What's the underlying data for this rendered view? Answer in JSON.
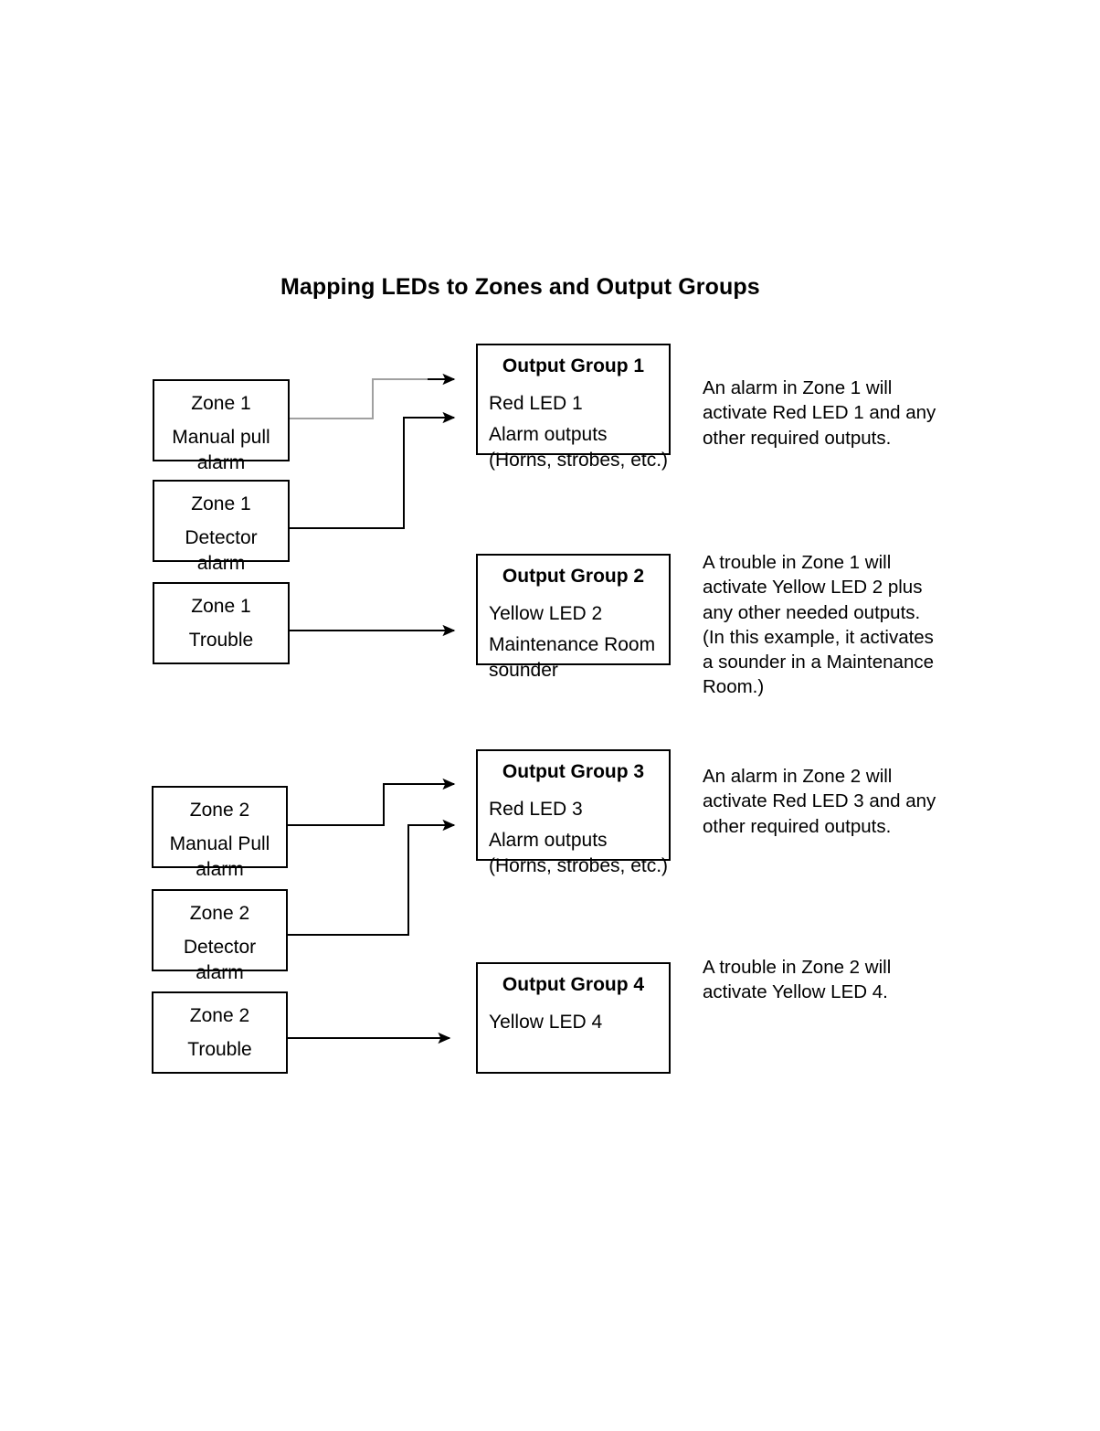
{
  "page": {
    "title": "Mapping LEDs to Zones and Output Groups"
  },
  "colors": {
    "stroke_black": "#000000",
    "stroke_gray": "#a0a0a0",
    "background": "#ffffff"
  },
  "zones": [
    {
      "id": "zone-1-manual-pull",
      "title": "Zone 1",
      "desc": "Manual pull\nalarm"
    },
    {
      "id": "zone-1-detector",
      "title": "Zone 1",
      "desc": "Detector\nalarm"
    },
    {
      "id": "zone-1-trouble",
      "title": "Zone 1",
      "desc": "Trouble"
    },
    {
      "id": "zone-2-manual-pull",
      "title": "Zone 2",
      "desc": "Manual Pull\nalarm"
    },
    {
      "id": "zone-2-detector",
      "title": "Zone 2",
      "desc": "Detector\nalarm"
    },
    {
      "id": "zone-2-trouble",
      "title": "Zone 2",
      "desc": "Trouble"
    }
  ],
  "output_groups": [
    {
      "id": "output-group-1",
      "title": "Output Group 1",
      "line1": "Red LED 1",
      "line2": "Alarm outputs\n (Horns, strobes, etc.)"
    },
    {
      "id": "output-group-2",
      "title": "Output Group 2",
      "line1": "Yellow LED 2",
      "line2": "Maintenance Room\nsounder"
    },
    {
      "id": "output-group-3",
      "title": "Output Group 3",
      "line1": "Red LED 3",
      "line2": "Alarm outputs\n (Horns, strobes, etc.)"
    },
    {
      "id": "output-group-4",
      "title": "Output Group 4",
      "line1": "Yellow LED 4",
      "line2": ""
    }
  ],
  "notes": [
    {
      "id": "note-zone-1-alarm",
      "text": "An alarm in Zone 1 will\nactivate Red LED 1 and any\nother required outputs."
    },
    {
      "id": "note-zone-1-trouble",
      "text": "A trouble in Zone 1 will\nactivate Yellow LED 2 plus\nany other needed outputs.\n(In this example, it activates\na sounder in a Maintenance\nRoom.)"
    },
    {
      "id": "note-zone-2-alarm",
      "text": "An alarm in Zone 2 will\nactivate Red LED 3 and any\nother required outputs."
    },
    {
      "id": "note-zone-2-trouble",
      "text": "A trouble in Zone 2 will\nactivate Yellow LED 4."
    }
  ],
  "connectors": [
    {
      "id": "connector-zone-1-manual-pull-to-og-1",
      "from": "zone-1-manual-pull",
      "to": "output-group-1",
      "color": "#a0a0a0"
    },
    {
      "id": "connector-zone-1-detector-to-og-1",
      "from": "zone-1-detector",
      "to": "output-group-1",
      "color": "#000000"
    },
    {
      "id": "connector-zone-1-trouble-to-og-2",
      "from": "zone-1-trouble",
      "to": "output-group-2",
      "color": "#000000"
    },
    {
      "id": "connector-zone-2-manual-pull-to-og-3",
      "from": "zone-2-manual-pull",
      "to": "output-group-3",
      "color": "#000000"
    },
    {
      "id": "connector-zone-2-detector-to-og-3",
      "from": "zone-2-detector",
      "to": "output-group-3",
      "color": "#000000"
    },
    {
      "id": "connector-zone-2-trouble-to-og-4",
      "from": "zone-2-trouble",
      "to": "output-group-4",
      "color": "#000000"
    }
  ]
}
